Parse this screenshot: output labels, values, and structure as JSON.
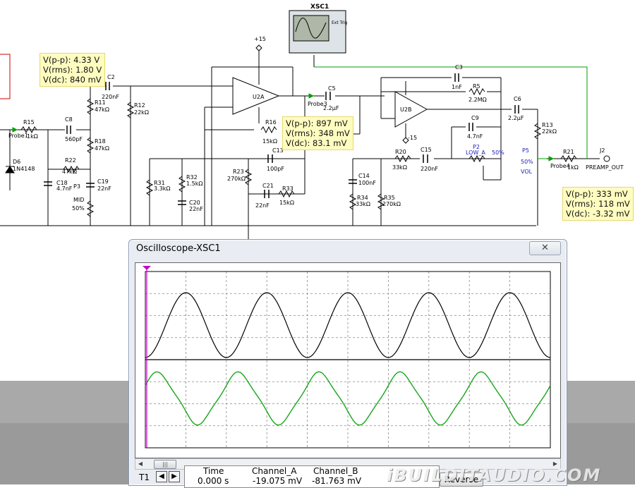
{
  "instrument": {
    "name": "XSC1",
    "ext_trig_label": "Ext Trig"
  },
  "supply": {
    "pos": "+15",
    "neg": "-15"
  },
  "opamps": {
    "a": "U2A",
    "b": "U2B"
  },
  "components": {
    "R15": "R15",
    "R15_val": "1kΩ",
    "D6": "D6",
    "D6_val": "1N4148",
    "C8": "C8",
    "C8_val": "560pF",
    "C2": "C2",
    "C2_val": "220nF",
    "R11": "R11",
    "R11_val": "47kΩ",
    "R18": "R18",
    "R18_val": "47kΩ",
    "R12": "R12",
    "R12_val": "22kΩ",
    "R22": "R22",
    "R22_val": "47kΩ",
    "C18": "C18",
    "C18_val": "4.7nF",
    "P3": "P3",
    "C19": "C19",
    "C19_val": "22nF",
    "MID": "MID",
    "MID_pct": "50%",
    "R31": "R31",
    "R31_val": "3.3kΩ",
    "R32": "R32",
    "R32_val": "1.5kΩ",
    "C20": "C20",
    "C20_val": "22nF",
    "R23": "R23",
    "R23_val": "270kΩ",
    "C13": "C13",
    "C13_val": "100pF",
    "C21": "C21",
    "C21_val": "22nF",
    "R33": "R33",
    "R33_val": "15kΩ",
    "R16": "R16",
    "R16_val": "15kΩ",
    "C5": "C5",
    "C5_val": "2.2µF",
    "C14": "C14",
    "C14_val": "100nF",
    "R34": "R34",
    "R34_val": "33kΩ",
    "R35": "R35",
    "R35_val": "270kΩ",
    "R20": "R20",
    "R20_val": "33kΩ",
    "C15": "C15",
    "C15_val": "220nF",
    "C9": "C9",
    "C9_val": "4.7nF",
    "P2": "P2",
    "P2_name": "LOW_A",
    "P2_pct": "50%",
    "C3": "C3",
    "C3_val": "1nF",
    "R5": "R5",
    "R5_val": "2.2MΩ",
    "C6": "C6",
    "C6_val": "2.2µF",
    "R13": "R13",
    "R13_val": "22kΩ",
    "P5": "P5",
    "P5_pct": "50%",
    "P5_name": "VOL",
    "R21": "R21",
    "R21_val": "1kΩ",
    "J2": "J2",
    "J2_name": "PREAMP_OUT"
  },
  "probes": {
    "p1": "Probe1",
    "p3": "Probe3",
    "p4": "Probe4"
  },
  "notes": {
    "n1": {
      "vpp": "V(p-p):  4.33 V",
      "vrms": "V(rms):  1.80 V",
      "vdc": "V(dc):  840 mV"
    },
    "n2": {
      "vpp": "V(p-p):  897 mV",
      "vrms": "V(rms):  348 mV",
      "vdc": "V(dc):  83.1 mV"
    },
    "n3": {
      "vpp": "V(p-p):  333 mV",
      "vrms": "V(rms):  118 mV",
      "vdc": "V(dc):  -3.32 mV"
    }
  },
  "oscilloscope": {
    "title": "Oscilloscope-XSC1",
    "close_label": "✕",
    "channel_a_color": "#000000",
    "channel_b_color": "#1aa51a",
    "trigger_color": "#cc00cc",
    "t1_label": "T1",
    "time_header": "Time",
    "ch_a_header": "Channel_A",
    "ch_b_header": "Channel_B",
    "time_value": "0.000 s",
    "ch_a_value": "-19.075 mV",
    "ch_b_value": "-81.763 mV",
    "reverse_label": "Reverse",
    "cycles_visible": 5
  },
  "watermark": "iBUILDITAUDIO.COM"
}
